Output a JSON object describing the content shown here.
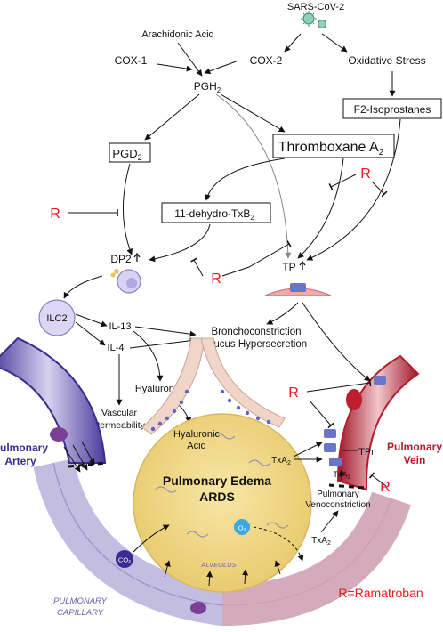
{
  "nodes": {
    "sars": "SARS-CoV-2",
    "arachidonic": "Arachidonic Acid",
    "cox1": "COX-1",
    "cox2": "COX-2",
    "oxidative": "Oxidative Stress",
    "pgh2": "PGH",
    "pgh2_sub": "2",
    "f2": "F2-Isoprostanes",
    "pgd2": "PGD",
    "pgd2_sub": "2",
    "txa2": "Thromboxane A",
    "txa2_sub": "2",
    "dehydro": "11-dehydro-TxB",
    "dehydro_sub": "2",
    "dp2": "DP2",
    "tp": "TP",
    "ilc2": "ILC2",
    "il13": "IL-13",
    "il4": "IL-4",
    "broncho1": "Bronchoconstriction",
    "broncho2": "Mucus Hypersecretion",
    "hyaluronan": "Hyaluronan",
    "vascular1": "Vascular",
    "vascular2": "Permeability",
    "hyaluronic1": "Hyaluronic",
    "hyaluronic2": "Acid",
    "edema1": "Pulmonary Edema",
    "edema2": "ARDS",
    "alveolus": "ALVEOLUS",
    "o2": "O₂",
    "co2": "CO₂",
    "txa2_small": "TxA",
    "txa2_small_sub": "2",
    "tpr": "TPr",
    "pulm_vein1": "Pulmonary",
    "pulm_vein2": "Vein",
    "pulm_artery1": "Pulmonary",
    "pulm_artery2": "Artery",
    "pulm_capillary1": "PULMONARY",
    "pulm_capillary2": "CAPILLARY",
    "venocon1": "Pulmonary",
    "venocon2": "Venoconstriction",
    "r": "R",
    "legend": "R=Ramatroban"
  },
  "colors": {
    "red": "#e8191f",
    "artery": "#3b2a8f",
    "vein": "#b21e2a",
    "alveolus_fill": "#f2d886",
    "capillary": "#b9b3dc"
  }
}
